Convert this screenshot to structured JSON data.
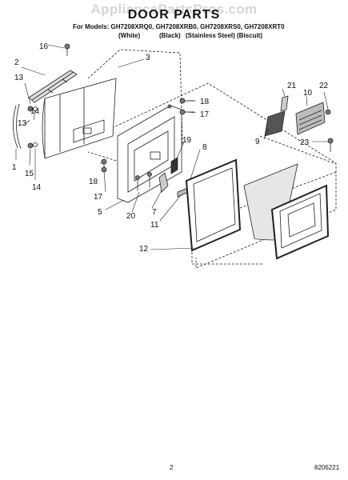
{
  "watermark": "AppliancePartsPros.com",
  "title": "DOOR PARTS",
  "models_line": "For Models: GH7208XRQ0, GH7208XRB0, GH7208XRS0, GH7208XRT0",
  "colors": [
    "(White)",
    "(Black)",
    "(Stainless Steel)",
    "(Biscuit)"
  ],
  "callouts": {
    "c1": "1",
    "c2": "2",
    "c3": "3",
    "c5": "5",
    "c7": "7",
    "c8": "8",
    "c9": "9",
    "c10": "10",
    "c11": "11",
    "c12": "12",
    "c13a": "13",
    "c13b": "13",
    "c14a": "14",
    "c14b": "14",
    "c15": "15",
    "c16": "16",
    "c17a": "17",
    "c17b": "17",
    "c18a": "18",
    "c18b": "18",
    "c19": "19",
    "c20": "20",
    "c21": "21",
    "c22": "22",
    "c23": "23"
  },
  "footer": {
    "page": "2",
    "doc_number": "8206221"
  }
}
